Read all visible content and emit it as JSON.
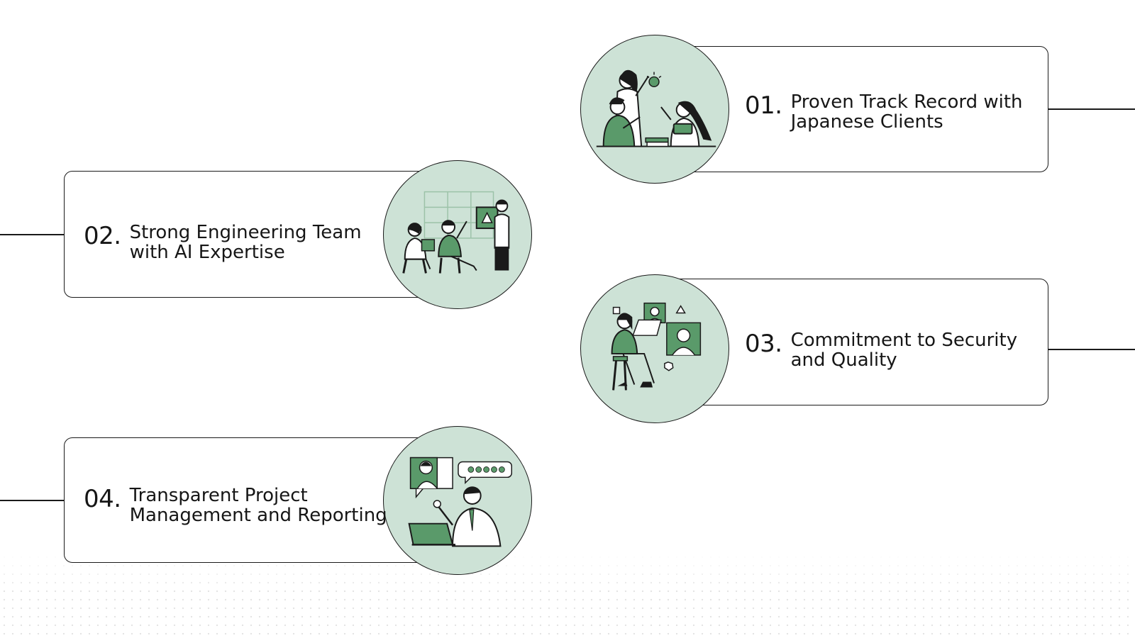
{
  "colors": {
    "accent": "#5a9a6a",
    "circle_fill": "#cde2d6",
    "outline": "#1a1a1a",
    "background": "#ffffff"
  },
  "items": [
    {
      "number": "01.",
      "line1": "Proven Track Record with",
      "line2": "Japanese Clients",
      "icon": "team-collaboration-illustration"
    },
    {
      "number": "02.",
      "line1": "Strong Engineering Team",
      "line2": "with AI Expertise",
      "icon": "engineering-team-illustration"
    },
    {
      "number": "03.",
      "line1": "Commitment to Security",
      "line2": "and Quality",
      "icon": "remote-meeting-illustration"
    },
    {
      "number": "04.",
      "line1": "Transparent Project",
      "line2": "Management and Reporting",
      "icon": "reporting-feedback-illustration"
    }
  ]
}
